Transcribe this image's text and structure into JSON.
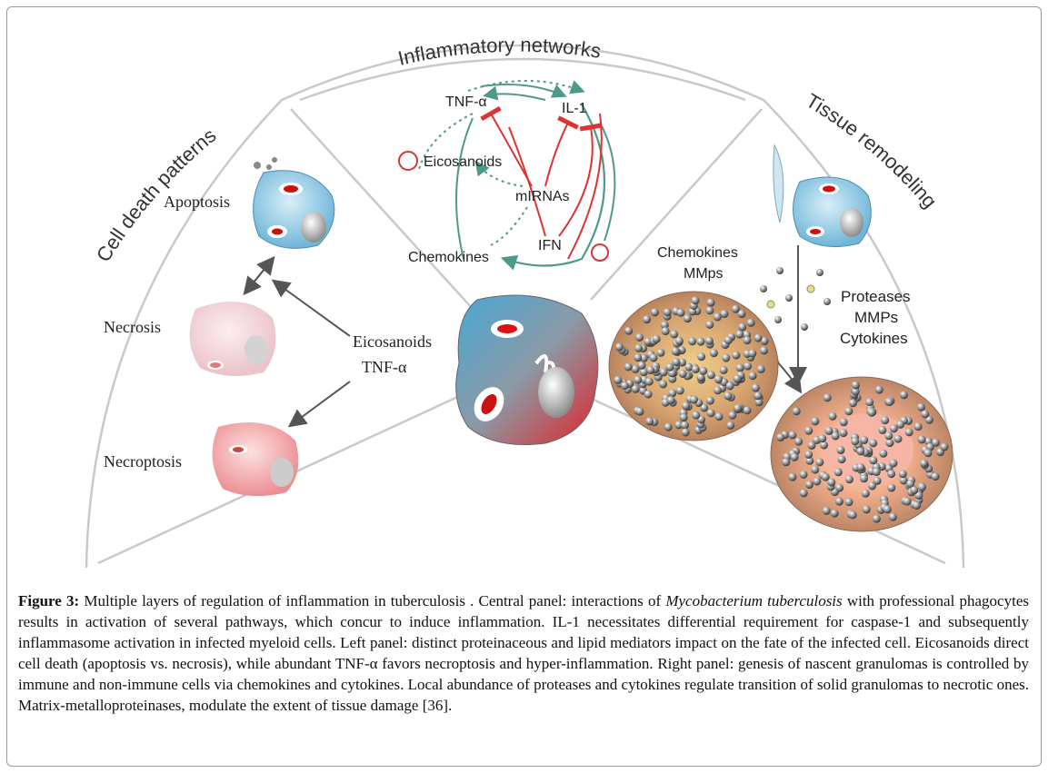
{
  "figure": {
    "sectors": {
      "center_title": "Inflammatory networks",
      "left_title": "Cell death patterns",
      "right_title": "Tissue remodeling"
    },
    "center_network": {
      "tnf": "TNF-α",
      "il1": "IL-1",
      "eicosanoids": "Eicosanoids",
      "mirnas": "mIRNAs",
      "ifn": "IFN",
      "chemokines": "Chemokines"
    },
    "left_panel": {
      "apoptosis": "Apoptosis",
      "necrosis": "Necrosis",
      "necroptosis": "Necroptosis",
      "mediator1": "Eicosanoids",
      "mediator2": "TNF-α"
    },
    "right_panel": {
      "chemokines": "Chemokines",
      "mmps": "MMps",
      "proteases": "Proteases",
      "mmps2": "MMPs",
      "cytokines": "Cytokines"
    }
  },
  "caption": {
    "label": "Figure 3:",
    "part1": " Multiple layers of regulation of inflammation in tuberculosis . Central panel: interactions of ",
    "species": "Mycobacterium tuberculosis",
    "part2": " with professional phagocytes results in activation of several pathways, which concur to induce inflammation. IL-1 necessitates differential requirement for caspase-1 and subsequently inflammasome activation in infected myeloid cells. Left panel: distinct proteinaceous and lipid mediators impact on the fate of the infected cell. Eicosanoids direct cell death (apoptosis vs. necrosis), while abundant TNF-α favors necroptosis and hyper-inflammation. Right panel: genesis of nascent granulomas is controlled by immune and non-immune cells via chemokines and cytokines. Local abundance of proteases and cytokines regulate transition of solid granulomas to necrotic ones. Matrix-metalloproteinases, modulate the extent of tissue damage [36]."
  }
}
